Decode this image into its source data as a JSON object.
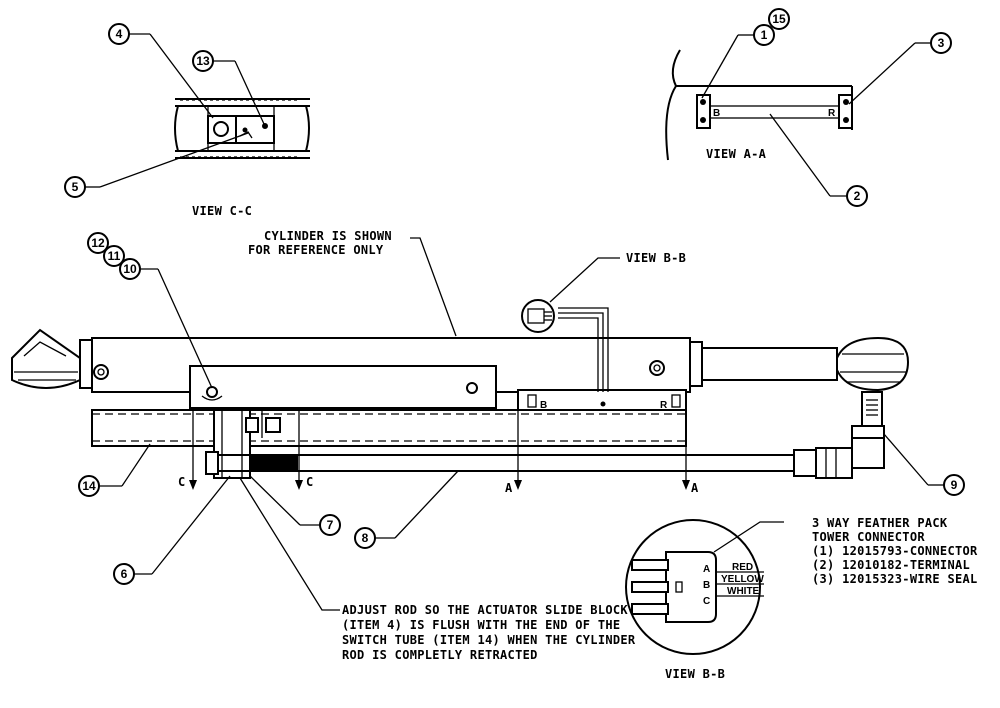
{
  "views": {
    "c_c": "VIEW C-C",
    "a_a": "VIEW A-A",
    "b_b_callout": "VIEW B-B",
    "b_b_detail": "VIEW B-B"
  },
  "notes": {
    "cylinder_line1": "CYLINDER IS SHOWN",
    "cylinder_line2": "FOR REFERENCE ONLY",
    "adjust_line1": "ADJUST ROD SO THE ACTUATOR SLIDE BLOCK",
    "adjust_line2": "(ITEM 4) IS FLUSH WITH THE END OF THE",
    "adjust_line3": "SWITCH TUBE (ITEM 14) WHEN THE CYLINDER",
    "adjust_line4": "ROD IS COMPLETLY RETRACTED"
  },
  "connector": {
    "line1": "3 WAY FEATHER PACK",
    "line2": "TOWER CONNECTOR",
    "line3": "(1) 12015793-CONNECTOR",
    "line4": "(2) 12010182-TERMINAL",
    "line5": "(3) 12015323-WIRE SEAL",
    "pin_a": "A",
    "pin_b": "B",
    "pin_c": "C",
    "wire_red": "RED",
    "wire_yellow": "YELLOW",
    "wire_white": "WHITE"
  },
  "section_marks": {
    "c_left": "C",
    "c_right": "C",
    "a_left": "A",
    "a_right": "A",
    "b": "B",
    "r": "R"
  },
  "balloons": {
    "b1": "1",
    "b2": "2",
    "b3": "3",
    "b4": "4",
    "b5": "5",
    "b6": "6",
    "b7": "7",
    "b8": "8",
    "b9": "9",
    "b10": "10",
    "b11": "11",
    "b12": "12",
    "b13": "13",
    "b14": "14",
    "b15": "15"
  }
}
